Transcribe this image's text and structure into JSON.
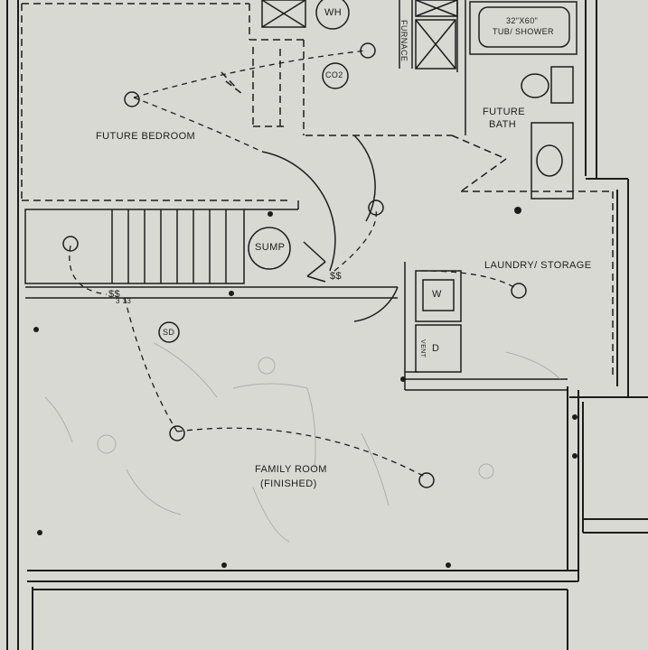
{
  "rooms": {
    "future_bedroom": "FUTURE BEDROOM",
    "future_bath_line1": "FUTURE",
    "future_bath_line2": "BATH",
    "laundry": "LAUNDRY/ STORAGE",
    "family_room_line1": "FAMILY ROOM",
    "family_room_line2": "(FINISHED)"
  },
  "fixtures": {
    "water_heater": "WH",
    "co2": "CO2",
    "furnace": "FURNACE",
    "tub_line1": "32\"X60\"",
    "tub_line2": "TUB/ SHOWER",
    "sump": "SUMP",
    "smoke_detector": "SD",
    "washer": "W",
    "dryer": "D",
    "dryer_vent": "VENT",
    "switch_stairs_top": "$$",
    "switch_stairs_bottom": "$$",
    "switch_stairs_sub": "3 13"
  },
  "colors": {
    "paper": "#d9d9d4",
    "ink": "#1c1c1c",
    "pencil": "#9a9a9a"
  }
}
